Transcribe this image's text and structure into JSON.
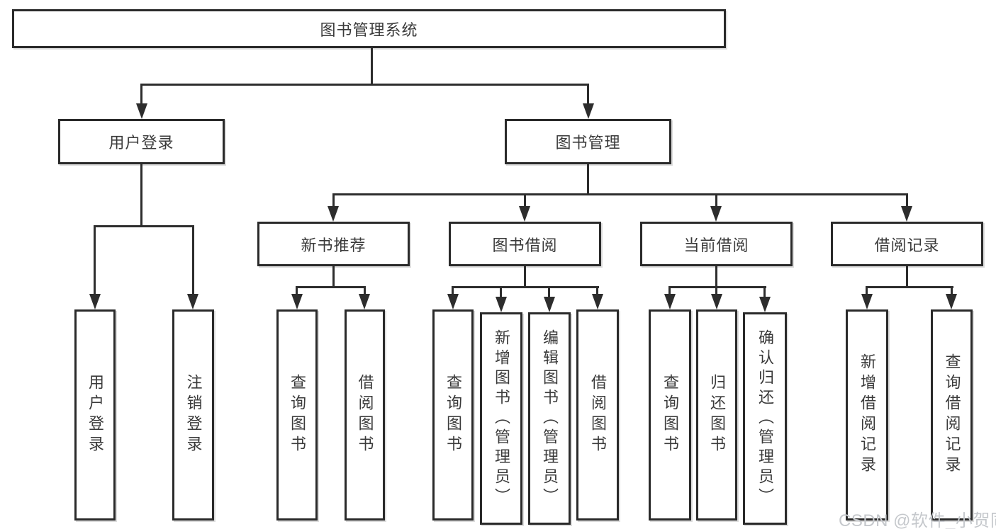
{
  "colors": {
    "background": "#ffffff",
    "line": "#2d2d2d",
    "box_border": "#2a2a2a",
    "text": "#3a3a3a",
    "watermark": "#c5c8cc"
  },
  "watermark": {
    "text": "CSDN @软件_小贺同学"
  },
  "tree": {
    "root": {
      "label": "图书管理系统"
    },
    "branches": [
      {
        "label": "用户登录",
        "children": [
          {
            "label": "用户登录"
          },
          {
            "label": "注销登录"
          }
        ]
      },
      {
        "label": "图书管理",
        "groups": [
          {
            "label": "新书推荐",
            "children": [
              {
                "label": "查询图书"
              },
              {
                "label": "借阅图书"
              }
            ]
          },
          {
            "label": "图书借阅",
            "children": [
              {
                "label": "查询图书"
              },
              {
                "label": "新增图书（管理员）"
              },
              {
                "label": "编辑图书（管理员）"
              },
              {
                "label": "借阅图书"
              }
            ]
          },
          {
            "label": "当前借阅",
            "children": [
              {
                "label": "查询图书"
              },
              {
                "label": "归还图书"
              },
              {
                "label": "确认归还（管理员）"
              }
            ]
          },
          {
            "label": "借阅记录",
            "children": [
              {
                "label": "新增借阅记录"
              },
              {
                "label": "查询借阅记录"
              }
            ]
          }
        ]
      }
    ]
  }
}
